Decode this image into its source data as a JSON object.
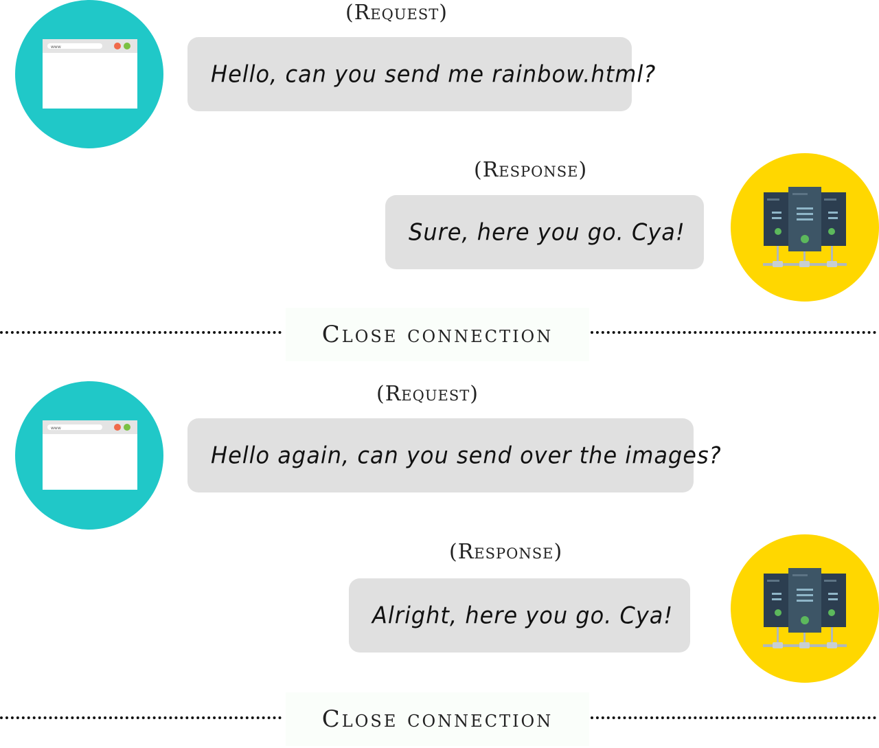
{
  "exchanges": [
    {
      "request_label": "(Request)",
      "request_text": "Hello, can you send me rainbow.html?",
      "response_label": "(Response)",
      "response_text": "Sure, here you go. Cya!",
      "separator_label": "Close connection"
    },
    {
      "request_label": "(Request)",
      "request_text": "Hello again, can you send over the images?",
      "response_label": "(Response)",
      "response_text": "Alright, here you go. Cya!",
      "separator_label": "Close connection"
    }
  ],
  "icons": {
    "browser_url_text": "www",
    "browser_icon": "browser-window-icon",
    "server_icon": "server-rack-icon"
  },
  "colors": {
    "browser_circle": "#20c8c8",
    "server_circle": "#ffd700",
    "bubble": "#e0e0e0",
    "close_dot_red": "#f06a4a",
    "close_dot_green": "#7ac143",
    "server_dark": "#2c3e50",
    "server_mid": "#3d5566",
    "server_light": "#8fb6c8",
    "server_led": "#5cb85c",
    "server_base": "#b0b8bc"
  }
}
